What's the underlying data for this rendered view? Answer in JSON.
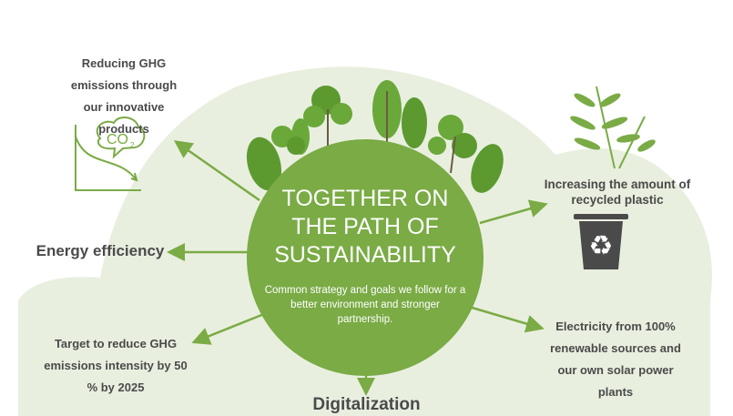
{
  "center": {
    "title": "TOGETHER ON THE PATH OF SUSTAINABILITY",
    "subtitle": "Common strategy and goals we follow for a better environment and stronger partnership."
  },
  "items": [
    {
      "label": "Reducing GHG emissions through our innovative products",
      "icon": "co2-decline-chart-icon"
    },
    {
      "label": "Energy efficiency"
    },
    {
      "label": "Target to reduce GHG emissions intensity by 50 % by 2025"
    },
    {
      "label": "Digitalization"
    },
    {
      "label": "Electricity from 100% renewable sources and our own solar power plants"
    },
    {
      "label": "Increasing the amount of recycled plastic",
      "icon": "recycle-bin-icon"
    }
  ],
  "colors": {
    "circle": "#7aab45",
    "background_cloud": "#e9efdf",
    "arrow": "#7aab45",
    "text": "#4a4a4a",
    "bin": "#4a4a4a"
  }
}
